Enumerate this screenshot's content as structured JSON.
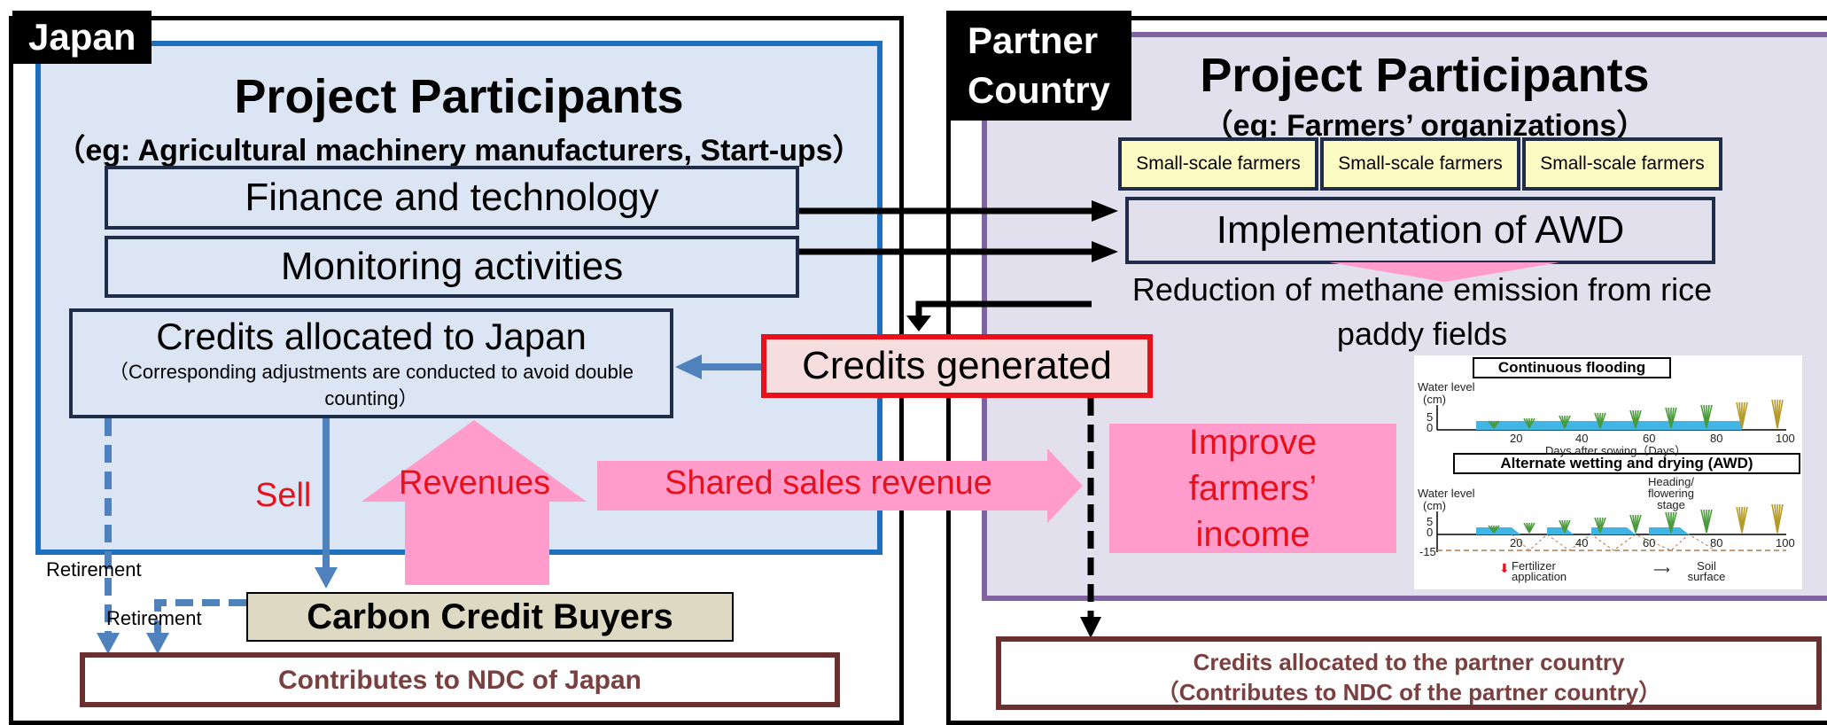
{
  "japan": {
    "tag": "Japan",
    "title": "Project Participants",
    "subtitle": "（eg: Agricultural machinery manufacturers, Start-ups）",
    "finance": "Finance and technology",
    "monitoring": "Monitoring activities",
    "credits_title": "Credits allocated to Japan",
    "credits_note": "（Corresponding adjustments are conducted to avoid double counting）",
    "sell": "Sell",
    "revenues": "Revenues",
    "retirement_1": "Retirement",
    "retirement_2": "Retirement",
    "buyers": "Carbon Credit Buyers",
    "ndc": "Contributes to NDC of Japan"
  },
  "partner": {
    "tag_line1": "Partner",
    "tag_line2": "Country",
    "title": "Project Participants",
    "subtitle": "（eg: Farmers’ organizations）",
    "farmers": [
      "Small-scale farmers",
      "Small-scale farmers",
      "Small-scale farmers"
    ],
    "awd": "Implementation of AWD",
    "reduction": "Reduction of methane emission from rice paddy fields",
    "improve": "Improve farmers’ income",
    "ndc_line1": "Credits allocated to the partner country",
    "ndc_line2": "（Contributes to NDC of the partner country）"
  },
  "center": {
    "credits_generated": "Credits generated",
    "shared_revenue": "Shared sales revenue"
  },
  "graph": {
    "top_title": "Continuous flooding",
    "bottom_title": "Alternate wetting and drying (AWD)",
    "y_label_1": "Water level",
    "y_label_2": "(cm)",
    "ticks_top": [
      "5",
      "0"
    ],
    "ticks_bottom": [
      "5",
      "0",
      "-15"
    ],
    "x_ticks": [
      "20",
      "40",
      "60",
      "80",
      "100"
    ],
    "x_label": "Days after sowing（Days）",
    "heading": "Heading/ flowering stage",
    "fertilizer": "Fertilizer application",
    "soil": "Soil surface"
  },
  "colors": {
    "japan_border": "#1f6fbf",
    "japan_fill": "#dbe5f4",
    "partner_border": "#8064a2",
    "partner_fill": "#e3e0ee",
    "arrow_blue": "#4f81bd",
    "arrow_pink": "#ff9ccb",
    "red": "#e8101a",
    "ndc_border": "#6b3030"
  }
}
